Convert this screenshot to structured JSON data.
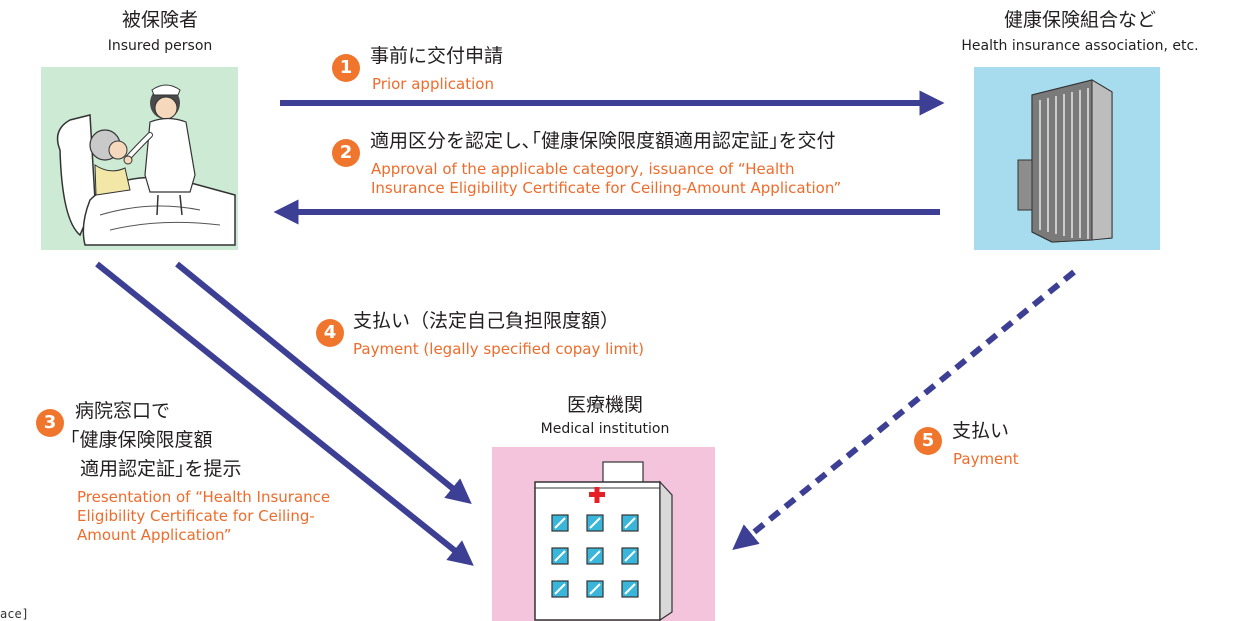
{
  "nodes": {
    "insured": {
      "jp": "被保険者",
      "en": "Insured person"
    },
    "association": {
      "jp": "健康保険組合など",
      "en": "Health insurance association, etc."
    },
    "medical": {
      "jp": "医療機関",
      "en": "Medical institution"
    }
  },
  "steps": [
    {
      "num": "1",
      "jp": "事前に交付申請",
      "en": "Prior application"
    },
    {
      "num": "2",
      "jp": "適用区分を認定し､｢健康保険限度額適用認定証｣を交付",
      "en_line1": "Approval of the applicable category, issuance of “Health",
      "en_line2": "Insurance Eligibility Certificate for Ceiling-Amount Application”"
    },
    {
      "num": "3",
      "jp_line1": "病院窓口で",
      "jp_line2": "｢健康保険限度額",
      "jp_line3": "適用認定証｣を提示",
      "en_line1": "Presentation of “Health Insurance",
      "en_line2": "Eligibility Certificate for Ceiling-",
      "en_line3": "Amount Application”"
    },
    {
      "num": "4",
      "jp": "支払い（法定自己負担限度額）",
      "en": "Payment (legally specified copay limit)"
    },
    {
      "num": "5",
      "jp": "支払い",
      "en": "Payment"
    }
  ],
  "corner_text": "ace]",
  "colors": {
    "arrow": "#3c3f94",
    "badge": "#f0762e",
    "english_step_text": "#ee6c2b",
    "insured_panel": "#cdebd4",
    "association_panel": "#a7dcef",
    "medical_panel": "#f4c4dc"
  }
}
